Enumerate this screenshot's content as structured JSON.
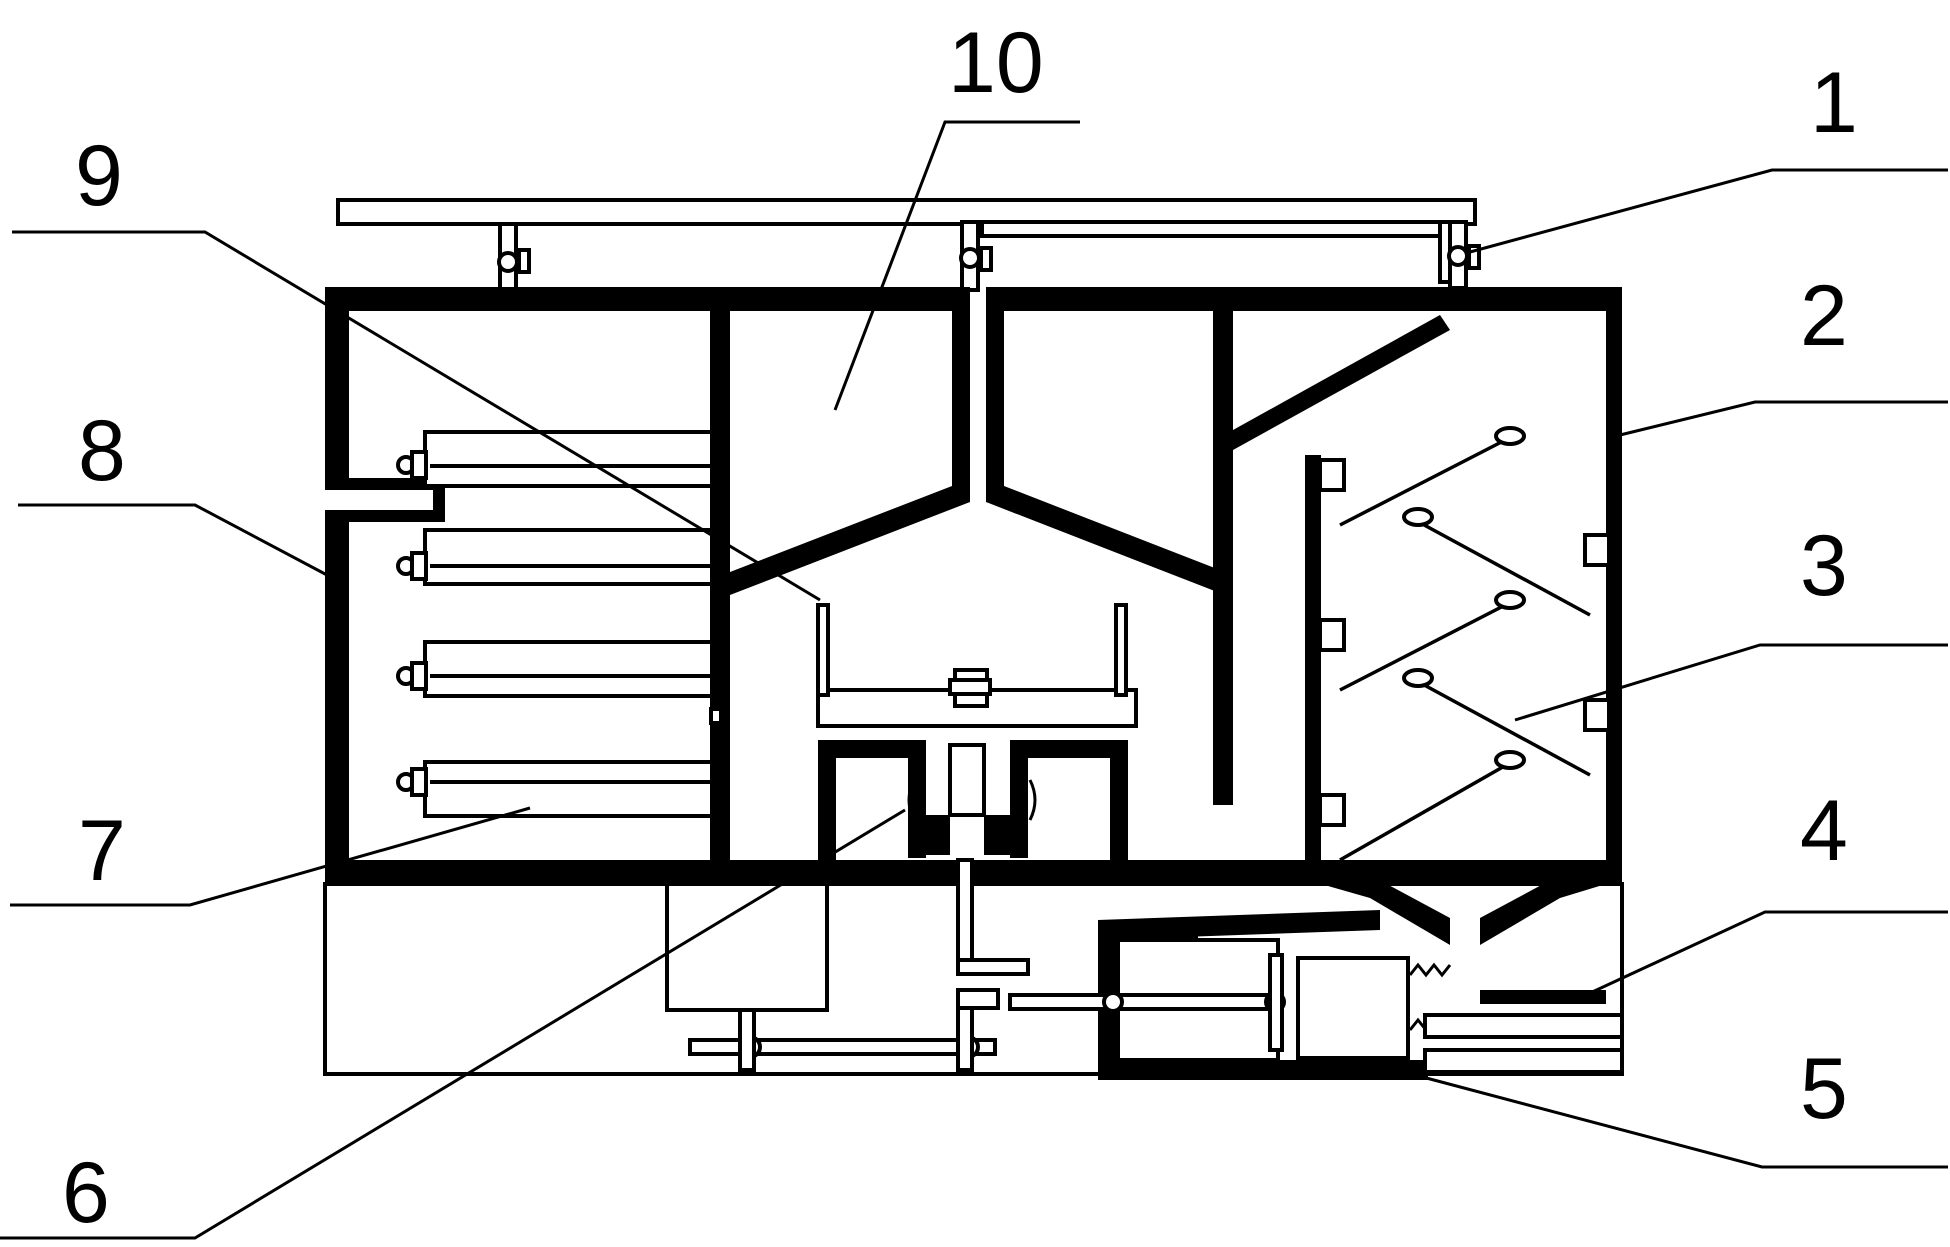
{
  "figure": {
    "background": "#ffffff",
    "ink": "#000000",
    "callouts": [
      {
        "id": "1",
        "text": "1"
      },
      {
        "id": "2",
        "text": "2"
      },
      {
        "id": "3",
        "text": "3"
      },
      {
        "id": "4",
        "text": "4"
      },
      {
        "id": "5",
        "text": "5"
      },
      {
        "id": "6",
        "text": "6"
      },
      {
        "id": "7",
        "text": "7"
      },
      {
        "id": "8",
        "text": "8"
      },
      {
        "id": "9",
        "text": "9"
      },
      {
        "id": "10",
        "text": "10"
      }
    ]
  }
}
